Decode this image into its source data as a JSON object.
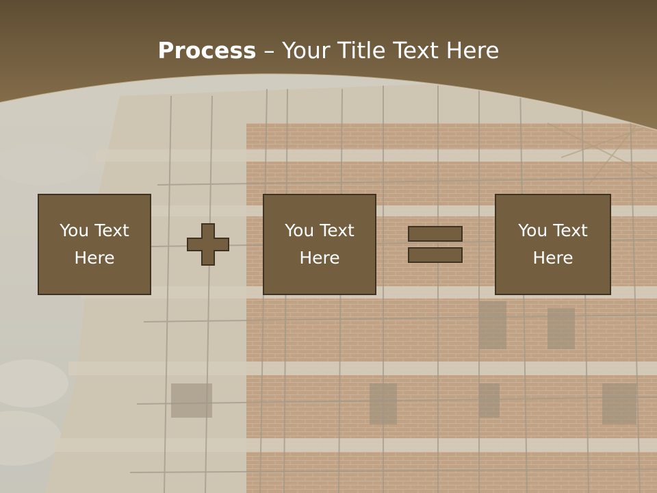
{
  "slide": {
    "title_bold": "Process",
    "title_rest": " – Your Title Text Here",
    "boxes": [
      {
        "line1": "You Text",
        "line2": "Here"
      },
      {
        "line1": "You Text",
        "line2": "Here"
      },
      {
        "line1": "You Text",
        "line2": "Here"
      }
    ],
    "operators": [
      "plus-icon",
      "equals-icon"
    ]
  },
  "colors": {
    "header_band": "#806a45",
    "box_fill": "#735e3f",
    "box_border": "#3e3222",
    "overlay": "#c9bba4"
  }
}
